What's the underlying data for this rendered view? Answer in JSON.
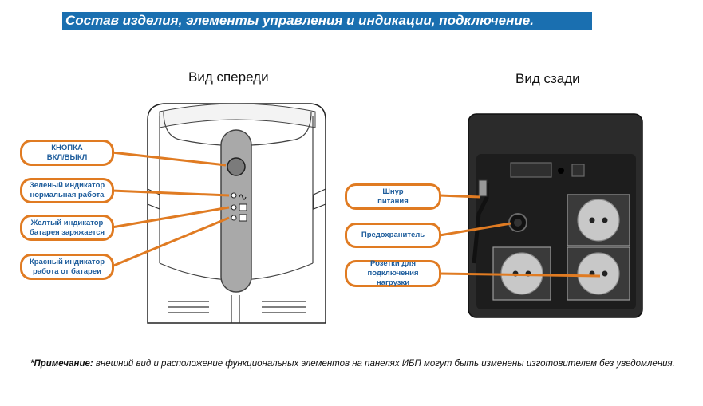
{
  "header": {
    "title": "Состав изделия, элементы управления и индикации, подключение."
  },
  "front": {
    "label": "Вид спереди",
    "callouts": [
      "КНОПКА\nВКЛ/ВЫКЛ",
      "Зеленый индикатор\nнормальная работа",
      "Желтый индикатор\nбатарея заряжается",
      "Красный индикатор\nработа от батареи"
    ]
  },
  "rear": {
    "label": "Вид сзади",
    "callouts": [
      "Шнур\nпитания",
      "Предохранитель",
      "Розетки для\nподключения нагрузки"
    ]
  },
  "note": {
    "prefix": "*Примечание:",
    "text": " внешний вид и расположение функциональных элементов на панелях ИБП могут быть изменены изготовителем без уведомления."
  },
  "colors": {
    "title_bg": "#1a6fb0",
    "callout_border": "#e07b22",
    "callout_text": "#1e5d9c"
  }
}
